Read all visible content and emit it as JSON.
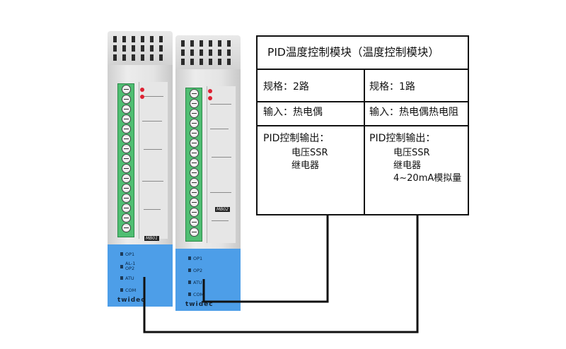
{
  "spec_table": {
    "title": "PID温度控制模块（温度控制模块）",
    "left": {
      "spec": "规格：2路",
      "input": "输入：热电偶",
      "output_heading": "PID控制输出：",
      "outputs": [
        "电压SSR",
        "继电器"
      ]
    },
    "right": {
      "spec": "规格：1路",
      "input": "输入：热电偶热电阻",
      "output_heading": "PID控制输出：",
      "outputs": [
        "电压SSR",
        "继电器",
        "4~20mA模拟量"
      ]
    }
  },
  "module_1": {
    "model": "MB01",
    "indicators": [
      "OP1",
      "AL-1\nOP2",
      "ATU",
      "COM"
    ],
    "brand": "twidec"
  },
  "module_2": {
    "model": "MB02",
    "indicators": [
      "OP1",
      "OP2",
      "ATU",
      "COM"
    ],
    "brand": "twidec"
  },
  "colors": {
    "terminal": "#4fbe72",
    "face": "#4d9ee8",
    "line": "#111111"
  }
}
